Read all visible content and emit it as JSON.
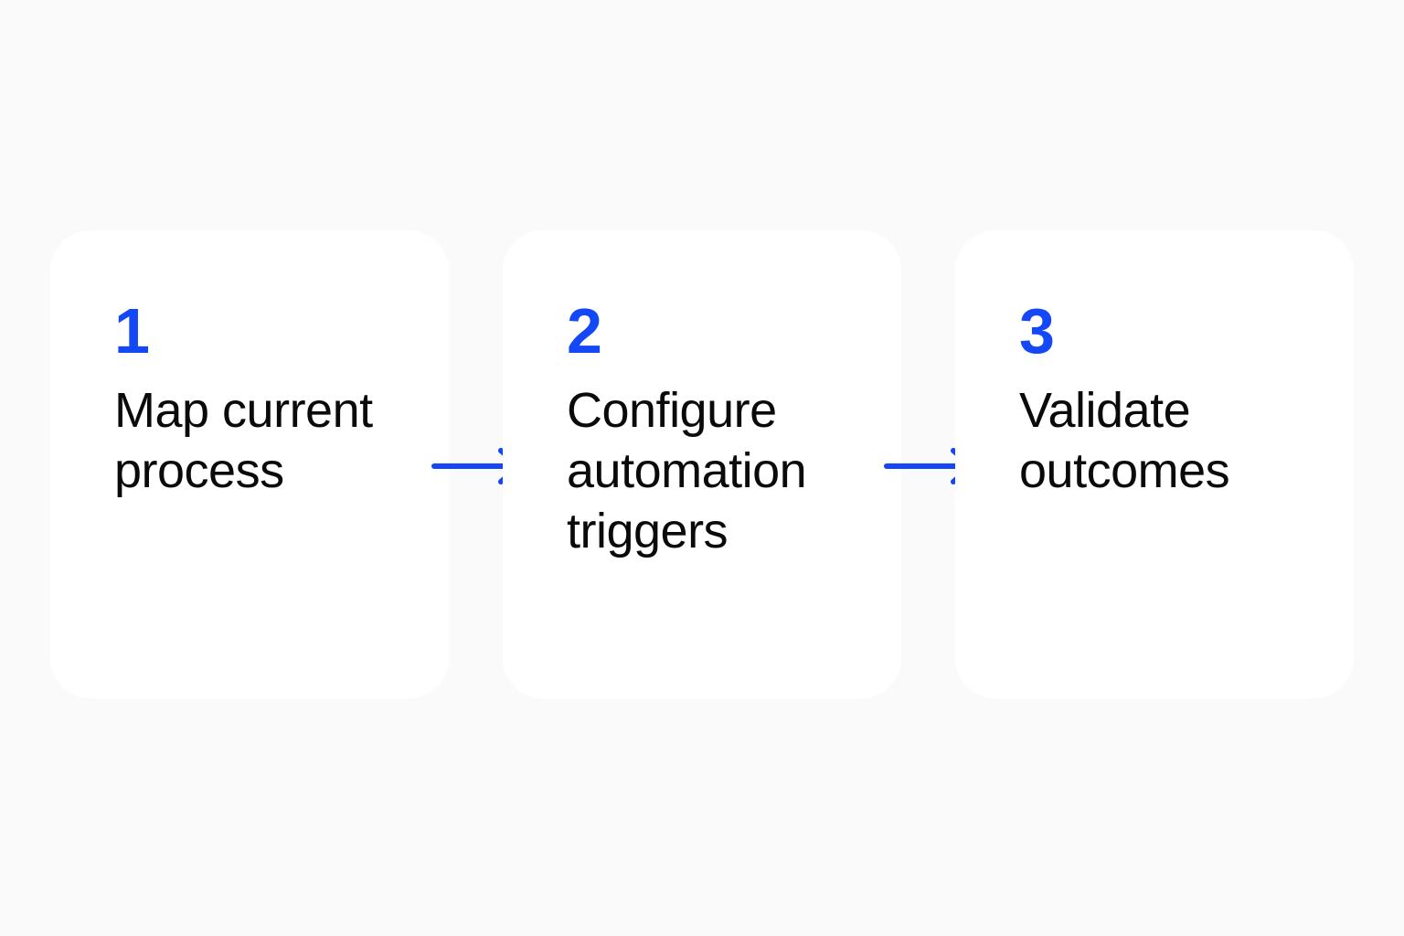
{
  "colors": {
    "accent": "#1447f5",
    "background": "#fafafa",
    "card": "#ffffff",
    "text": "#0a0a0a"
  },
  "steps": [
    {
      "number": "1",
      "label": "Map current\nprocess"
    },
    {
      "number": "2",
      "label": "Configure\nautomation\ntriggers"
    },
    {
      "number": "3",
      "label": "Validate\noutcomes"
    }
  ],
  "arrows": [
    {
      "icon": "arrow-right-icon"
    },
    {
      "icon": "arrow-right-icon"
    }
  ]
}
